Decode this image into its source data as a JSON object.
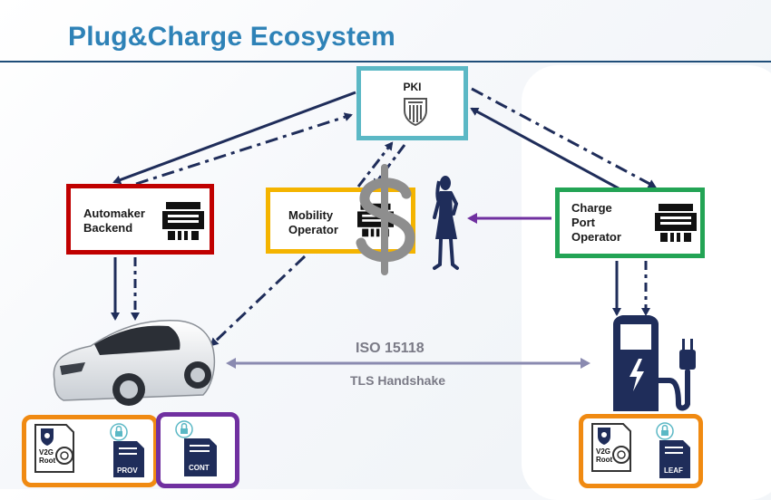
{
  "title": "Plug&Charge Ecosystem",
  "nodes": {
    "pki": "PKI",
    "automaker": "Automaker\nBackend",
    "mobility": "Mobility\nOperator",
    "cpo": "Charge\nPort\nOperator"
  },
  "flow": {
    "protocol": "ISO 15118",
    "handshake": "TLS Handshake"
  },
  "certificates": {
    "v2g_root_line1": "V2G",
    "v2g_root_line2": "Root",
    "prov": "PROV",
    "cont": "CONT",
    "leaf": "LEAF"
  },
  "colors": {
    "title": "#2e82b7",
    "pki": "#5bb8c5",
    "automaker": "#c00000",
    "mobility": "#f4b400",
    "cpo": "#23a455",
    "arrows": "#1f2d5a",
    "driver_arrow": "#7030a0",
    "iso_arrow": "#8a8ab0",
    "cert_groups": "#f08a12",
    "contract_group": "#7030a0"
  }
}
